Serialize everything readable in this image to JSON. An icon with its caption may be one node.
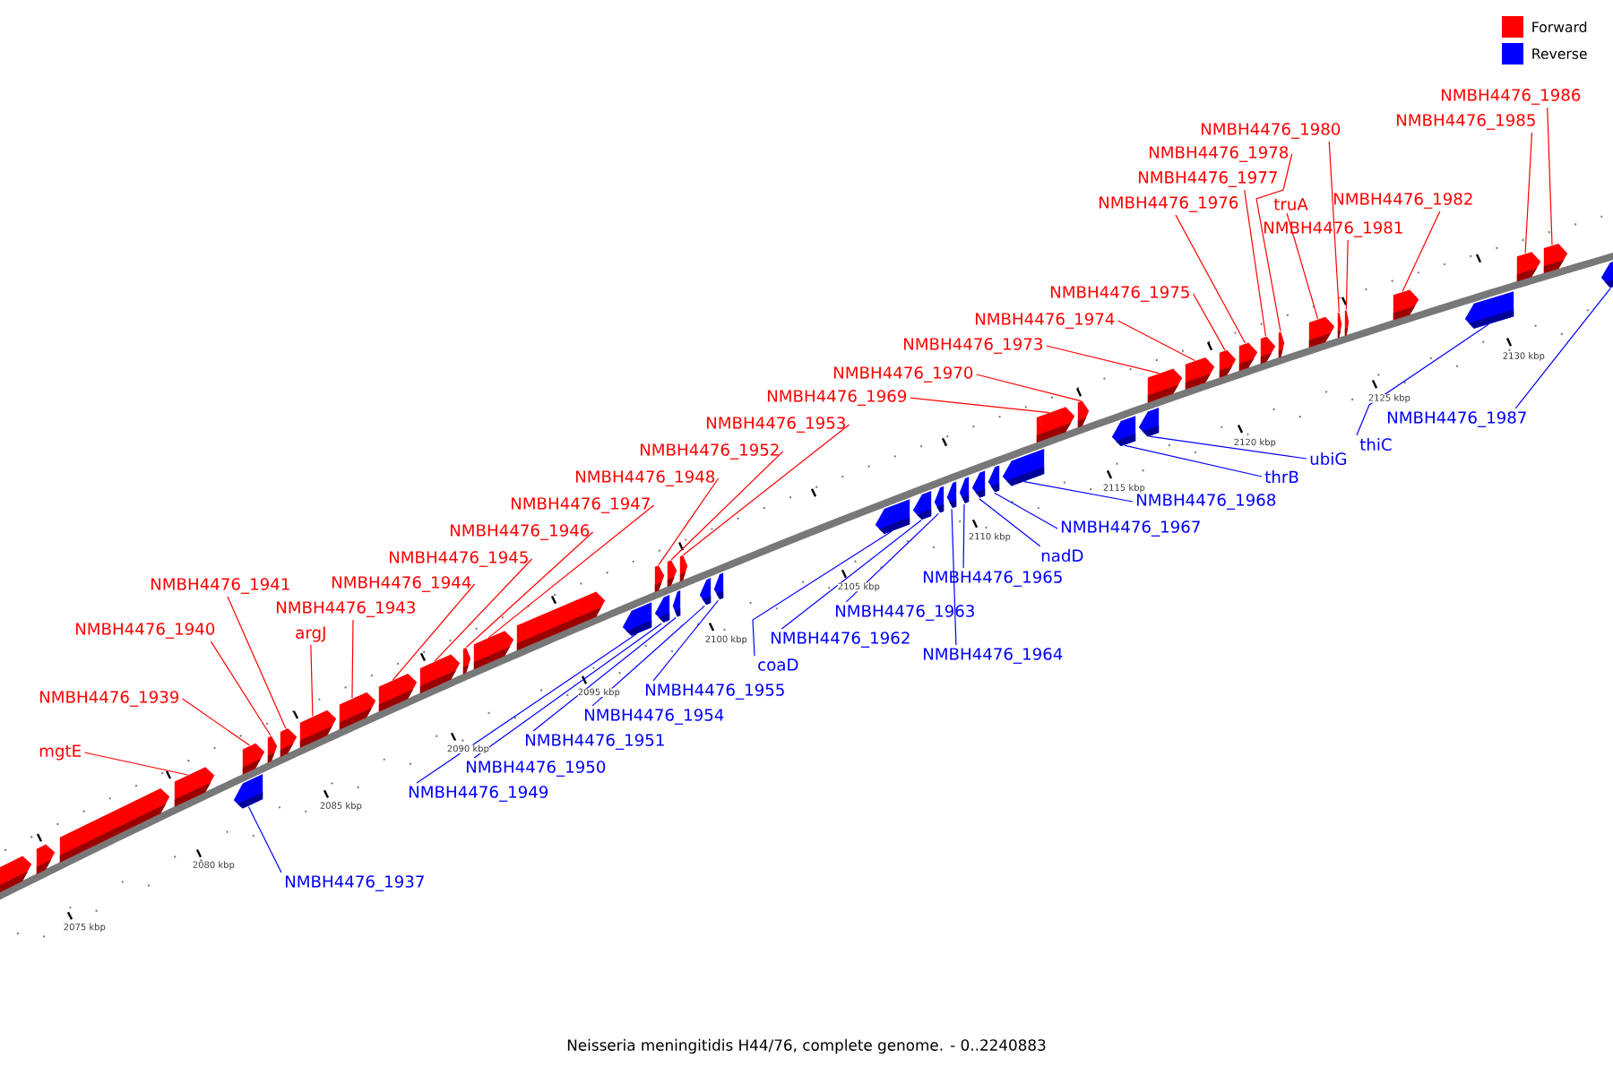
{
  "diagram": {
    "caption": "Neisseria meningitidis H44/76, complete genome. - 0..2240883",
    "nodes": [
      {
        "text": [
          "mgtE"
        ]
      },
      {
        "text": [
          "NMBH4476_1939"
        ]
      },
      {
        "text": [
          "NMBH4476_1940"
        ]
      },
      {
        "text": [
          "NMBH4476_1941"
        ]
      },
      {
        "text": [
          "argJ"
        ]
      },
      {
        "text": [
          "NMBH4476_1943"
        ]
      },
      {
        "text": [
          "NMBH4476_1944"
        ]
      },
      {
        "text": [
          "NMBH4476_1945"
        ]
      },
      {
        "text": [
          "NMBH4476_1946"
        ]
      },
      {
        "text": [
          "NMBH4476_1947"
        ]
      },
      {
        "text": [
          "NMBH4476_1948"
        ]
      },
      {
        "text": [
          "NMBH4476_1952"
        ]
      },
      {
        "text": [
          "NMBH4476_1953"
        ]
      },
      {
        "text": [
          "NMBH4476_1969"
        ]
      },
      {
        "text": [
          "NMBH4476_1970"
        ]
      },
      {
        "text": [
          "NMBH4476_1973"
        ]
      },
      {
        "text": [
          "NMBH4476_1974"
        ]
      },
      {
        "text": [
          "NMBH4476_1975"
        ]
      },
      {
        "text": [
          "NMBH4476_1976"
        ]
      },
      {
        "text": [
          "NMBH4476_1977"
        ]
      },
      {
        "text": [
          "NMBH4476_1978"
        ]
      },
      {
        "text": [
          "truA"
        ]
      },
      {
        "text": [
          "NMBH4476_1980"
        ]
      },
      {
        "text": [
          "NMBH4476_1981"
        ]
      },
      {
        "text": [
          "NMBH4476_1982"
        ]
      },
      {
        "text": [
          "NMBH4476_1985"
        ]
      },
      {
        "text": [
          "NMBH4476_1986"
        ]
      },
      {
        "text": [
          "NMBH4476_1937"
        ]
      },
      {
        "text": [
          "NMBH4476_1949"
        ]
      },
      {
        "text": [
          "NMBH4476_1950"
        ]
      },
      {
        "text": [
          "NMBH4476_1951"
        ]
      },
      {
        "text": [
          "NMBH4476_1954"
        ]
      },
      {
        "text": [
          "NMBH4476_1955"
        ]
      },
      {
        "text": [
          "coaD"
        ]
      },
      {
        "text": [
          "NMBH4476_1962"
        ]
      },
      {
        "text": [
          "NMBH4476_1963"
        ]
      },
      {
        "text": [
          "NMBH4476_1964"
        ]
      },
      {
        "text": [
          "NMBH4476_1965"
        ]
      },
      {
        "text": [
          "nadD"
        ]
      },
      {
        "text": [
          "NMBH4476_1967"
        ]
      },
      {
        "text": [
          "NMBH4476_1968"
        ]
      },
      {
        "text": [
          "thrB"
        ]
      },
      {
        "text": [
          "ubiG"
        ]
      },
      {
        "text": [
          "thiC"
        ]
      },
      {
        "text": [
          "NMBH4476_1987"
        ]
      },
      {
        "text": [],
        "shape": "bar"
      },
      {
        "text": [],
        "shape": "bar"
      },
      {
        "text": [],
        "shape": "bar"
      },
      {
        "text": [],
        "shape": "bar"
      },
      {
        "text": [],
        "shape": "bar"
      },
      {
        "text": [],
        "shape": "bar"
      },
      {
        "text": [],
        "shape": "bar"
      },
      {
        "text": [],
        "shape": "bar"
      },
      {
        "text": [],
        "shape": "bar"
      },
      {
        "text": [],
        "shape": "bar"
      },
      {
        "text": [],
        "shape": "bar"
      },
      {
        "text": [],
        "shape": "bar"
      },
      {
        "text": [],
        "shape": "bar"
      },
      {
        "text": [],
        "shape": "bar"
      },
      {
        "text": [],
        "shape": "bar"
      },
      {
        "text": [],
        "shape": "bar"
      },
      {
        "text": [],
        "shape": "bar"
      },
      {
        "text": [],
        "shape": "bar"
      },
      {
        "text": [],
        "shape": "bar"
      },
      {
        "text": [],
        "shape": "bar"
      },
      {
        "text": [],
        "shape": "bar"
      },
      {
        "text": [],
        "shape": "bar"
      },
      {
        "text": [],
        "shape": "bar"
      },
      {
        "text": [],
        "shape": "bar"
      },
      {
        "text": [],
        "shape": "bar"
      },
      {
        "text": [],
        "shape": "bar"
      },
      {
        "text": [],
        "shape": "bar"
      },
      {
        "text": [],
        "shape": "bar"
      },
      {
        "text": [],
        "shape": "bar"
      },
      {
        "text": [],
        "shape": "bar"
      },
      {
        "text": [],
        "shape": "bar"
      },
      {
        "text": [],
        "shape": "bar"
      },
      {
        "text": [],
        "shape": "bar"
      },
      {
        "text": [],
        "shape": "bar"
      },
      {
        "text": [],
        "shape": "bar"
      },
      {
        "text": [],
        "shape": "bar"
      },
      {
        "text": [],
        "shape": "bar"
      },
      {
        "text": [],
        "shape": "bar"
      },
      {
        "text": [],
        "shape": "bar"
      },
      {
        "text": [],
        "shape": "bar"
      },
      {
        "text": [],
        "shape": "bar"
      },
      {
        "text": [],
        "shape": "bar"
      },
      {
        "text": [],
        "shape": "bar"
      },
      {
        "text": [],
        "shape": "bar"
      },
      {
        "text": [],
        "shape": "bar"
      },
      {
        "text": [],
        "shape": "bar"
      },
      {
        "text": [],
        "shape": "bar"
      },
      {
        "text": [],
        "shape": "bar"
      },
      {
        "text": [],
        "shape": "bar"
      }
    ],
    "edges": [
      {
        "from": 0,
        "to": 48,
        "arrow": "none"
      },
      {
        "from": 1,
        "to": 49,
        "arrow": "none"
      },
      {
        "from": 2,
        "to": 50,
        "arrow": "none"
      },
      {
        "from": 3,
        "to": 51,
        "arrow": "none"
      },
      {
        "from": 4,
        "to": 52,
        "arrow": "none"
      },
      {
        "from": 5,
        "to": 53,
        "arrow": "none"
      },
      {
        "from": 6,
        "to": 54,
        "arrow": "none"
      },
      {
        "from": 7,
        "to": 55,
        "arrow": "none"
      },
      {
        "from": 8,
        "to": 56,
        "arrow": "none"
      },
      {
        "from": 9,
        "to": 57,
        "arrow": "none"
      },
      {
        "from": 10,
        "to": 59,
        "arrow": "none"
      },
      {
        "from": 11,
        "to": 60,
        "arrow": "none"
      },
      {
        "from": 12,
        "to": 61,
        "arrow": "none"
      },
      {
        "from": 13,
        "to": 62,
        "arrow": "none"
      },
      {
        "from": 14,
        "to": 63,
        "arrow": "none"
      },
      {
        "from": 15,
        "to": 64,
        "arrow": "none"
      },
      {
        "from": 16,
        "to": 65,
        "arrow": "none"
      },
      {
        "from": 17,
        "to": 66,
        "arrow": "none"
      },
      {
        "from": 18,
        "to": 67,
        "arrow": "none"
      },
      {
        "from": 19,
        "to": 68,
        "arrow": "none"
      },
      {
        "from": 20,
        "to": 69,
        "arrow": "none"
      },
      {
        "from": 21,
        "to": 70,
        "arrow": "none"
      },
      {
        "from": 22,
        "to": 71,
        "arrow": "none"
      },
      {
        "from": 23,
        "to": 72,
        "arrow": "none"
      },
      {
        "from": 24,
        "to": 73,
        "arrow": "none"
      },
      {
        "from": 25,
        "to": 74,
        "arrow": "none"
      },
      {
        "from": 26,
        "to": 75,
        "arrow": "none"
      },
      {
        "from": 27,
        "to": 76,
        "arrow": "none",
        "color": "#0000ff"
      },
      {
        "from": 28,
        "to": 77,
        "arrow": "none",
        "color": "#0000ff"
      },
      {
        "from": 29,
        "to": 78,
        "arrow": "none",
        "color": "#0000ff"
      },
      {
        "from": 30,
        "to": 79,
        "arrow": "none",
        "color": "#0000ff"
      },
      {
        "from": 31,
        "to": 80,
        "arrow": "none",
        "color": "#0000ff"
      },
      {
        "from": 32,
        "to": 81,
        "arrow": "none",
        "color": "#0000ff"
      },
      {
        "from": 33,
        "to": 82,
        "arrow": "none",
        "color": "#0000ff"
      },
      {
        "from": 34,
        "to": 83,
        "arrow": "none",
        "color": "#0000ff"
      },
      {
        "from": 35,
        "to": 84,
        "arrow": "none",
        "color": "#0000ff"
      },
      {
        "from": 36,
        "to": 85,
        "arrow": "none",
        "color": "#0000ff"
      },
      {
        "from": 37,
        "to": 86,
        "arrow": "none",
        "color": "#0000ff"
      },
      {
        "from": 38,
        "to": 87,
        "arrow": "none",
        "color": "#0000ff"
      },
      {
        "from": 39,
        "to": 88,
        "arrow": "none",
        "color": "#0000ff"
      },
      {
        "from": 40,
        "to": 89,
        "arrow": "none",
        "color": "#0000ff"
      },
      {
        "from": 41,
        "to": 90,
        "arrow": "none",
        "color": "#0000ff"
      },
      {
        "from": 42,
        "to": 91,
        "arrow": "none",
        "color": "#0000ff"
      },
      {
        "from": 43,
        "to": 92,
        "arrow": "none",
        "color": "#0000ff"
      },
      {
        "from": 44,
        "to": 93,
        "arrow": "none",
        "color": "#0000ff"
      }
    ],
    "labels": [
      "2075 kbp",
      "2080 kbp",
      "2085 kbp",
      "2090 kbp",
      "2095 kbp",
      "2100 kbp",
      "2105 kbp",
      "2110 kbp",
      "2115 kbp",
      "2120 kbp",
      "2125 kbp",
      "2130 kbp"
    ],
    "legend": [
      {
        "text": "Forward",
        "color": "#ff0000"
      },
      {
        "text": "Reverse",
        "color": "#0000ff"
      }
    ]
  }
}
